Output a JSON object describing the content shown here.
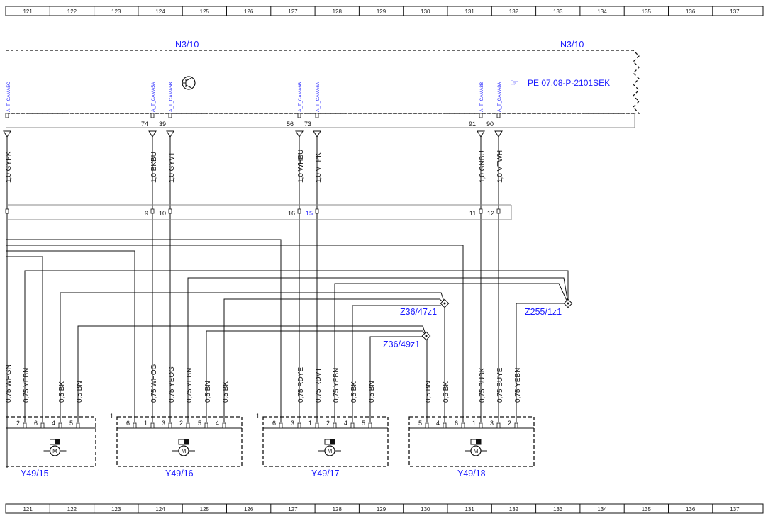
{
  "ruler": {
    "top": [
      "121",
      "122",
      "123",
      "124",
      "125",
      "126",
      "127",
      "128",
      "129",
      "130",
      "131",
      "132",
      "133",
      "134",
      "135",
      "136",
      "137"
    ],
    "bottom": [
      "121",
      "122",
      "123",
      "124",
      "125",
      "126",
      "127",
      "128",
      "129",
      "130",
      "131",
      "132",
      "133",
      "134",
      "135",
      "136",
      "137"
    ]
  },
  "control_unit": {
    "label_left": "N3/10",
    "label_right": "N3/10",
    "reference": "PE 07.08-P-2101SEK",
    "signals": [
      "A_T_CAMA5C",
      "A_T_CAMA5A",
      "A_T_CAMA5B",
      "A_T_CAMA6B",
      "A_T_CAMA6A",
      "A_T_CAMA8B",
      "A_T_CAMA8A"
    ],
    "pins": [
      "74",
      "39",
      "56",
      "73",
      "91",
      "90"
    ]
  },
  "connector_pins": [
    "9",
    "10",
    "16",
    "15",
    "11",
    "12"
  ],
  "harness_wires": [
    "1,0 GYPK",
    "1,0 BKBU",
    "1,0 GYVT",
    "1,0 WHBU",
    "1,0 VTPK",
    "1,0 GNBU",
    "1,0 VTWH"
  ],
  "splices": [
    "Z36/47z1",
    "Z36/49z1",
    "Z255/1z1"
  ],
  "motors": [
    {
      "label": "Y49/15",
      "side": "",
      "pins": [
        "2",
        "6",
        "4",
        "5"
      ],
      "wires": [
        "0,75 WHGN",
        "0,75 YEBN",
        "0,5 BK",
        "0,5 BN"
      ]
    },
    {
      "label": "Y49/16",
      "side": "1",
      "pins": [
        "6",
        "1",
        "3",
        "2",
        "5",
        "4"
      ],
      "wires": [
        "0,75 WHOG",
        "0,75 YEOG",
        "0,75 YEBN",
        "0,5 BN",
        "0,5 BK"
      ]
    },
    {
      "label": "Y49/17",
      "side": "1",
      "pins": [
        "6",
        "3",
        "1",
        "2",
        "4",
        "5"
      ],
      "wires": [
        "0,75 RDYE",
        "0,75 RDVT",
        "0,75 YEBN",
        "0,5 BK",
        "0,5 BN"
      ]
    },
    {
      "label": "Y49/18",
      "side": "",
      "pins": [
        "5",
        "4",
        "6",
        "1",
        "3",
        "2"
      ],
      "wires": [
        "0,5 BN",
        "0,5 BK",
        "0,75 BUBK",
        "0,75 BUYE",
        "0,75 YEBN"
      ]
    }
  ],
  "motor_symbol": "M"
}
